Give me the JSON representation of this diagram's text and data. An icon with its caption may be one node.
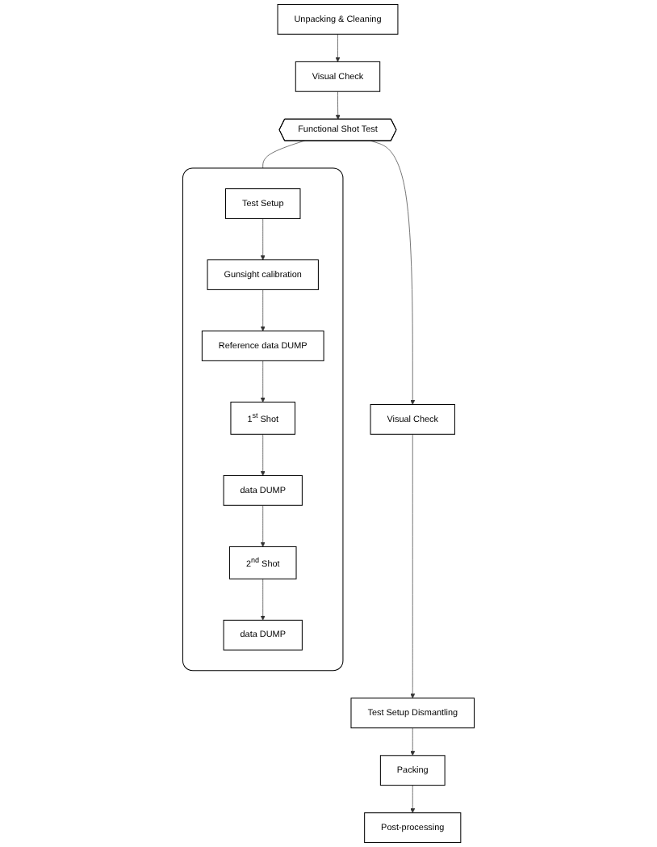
{
  "diagram": {
    "nodes": [
      {
        "text": [
          "Unpacking & Cleaning"
        ]
      },
      {
        "text": [
          "Visual Check"
        ]
      },
      {
        "text": [
          "Functional Shot Test"
        ]
      },
      {
        "text": [
          "Visual Check"
        ]
      },
      {
        "text": [
          "Test Setup Dismantling"
        ]
      },
      {
        "text": [
          "Packing"
        ]
      },
      {
        "text": [
          "Post-processing"
        ]
      },
      {
        "text": [],
        "shape": "bracket"
      },
      {
        "text": [
          "Test Setup"
        ],
        "in": 7
      },
      {
        "text": [
          "Gunsight calibration"
        ],
        "in": 7
      },
      {
        "text": [
          "Reference data DUMP"
        ],
        "in": 7
      },
      {
        "text": [
          "1$^{st}$ Shot"
        ],
        "in": 7
      },
      {
        "text": [
          "data DUMP"
        ],
        "in": 7
      },
      {
        "text": [
          "2$^{nd}$ Shot"
        ],
        "in": 7
      },
      {
        "text": [
          "data DUMP"
        ],
        "in": 7
      }
    ],
    "edges": [
      {
        "from": 0,
        "to": 1,
        "arrow": "to"
      },
      {
        "from": 1,
        "to": 2,
        "arrow": "to"
      },
      {
        "from": 2,
        "to": 3,
        "arrow": "to"
      },
      {
        "from": 3,
        "to": 4,
        "arrow": "to"
      },
      {
        "from": 4,
        "to": 5,
        "arrow": "to"
      },
      {
        "from": 5,
        "to": 6,
        "arrow": "to"
      },
      {
        "from": 2,
        "to": 7,
        "arrow": "none"
      },
      {
        "from": 8,
        "to": 9,
        "arrow": "to"
      },
      {
        "from": 9,
        "to": 10,
        "arrow": "to"
      },
      {
        "from": 10,
        "to": 11,
        "arrow": "to"
      },
      {
        "from": 11,
        "to": 12,
        "arrow": "to"
      },
      {
        "from": 12,
        "to": 13,
        "arrow": "to"
      },
      {
        "from": 13,
        "to": 14,
        "arrow": "to"
      }
    ]
  }
}
